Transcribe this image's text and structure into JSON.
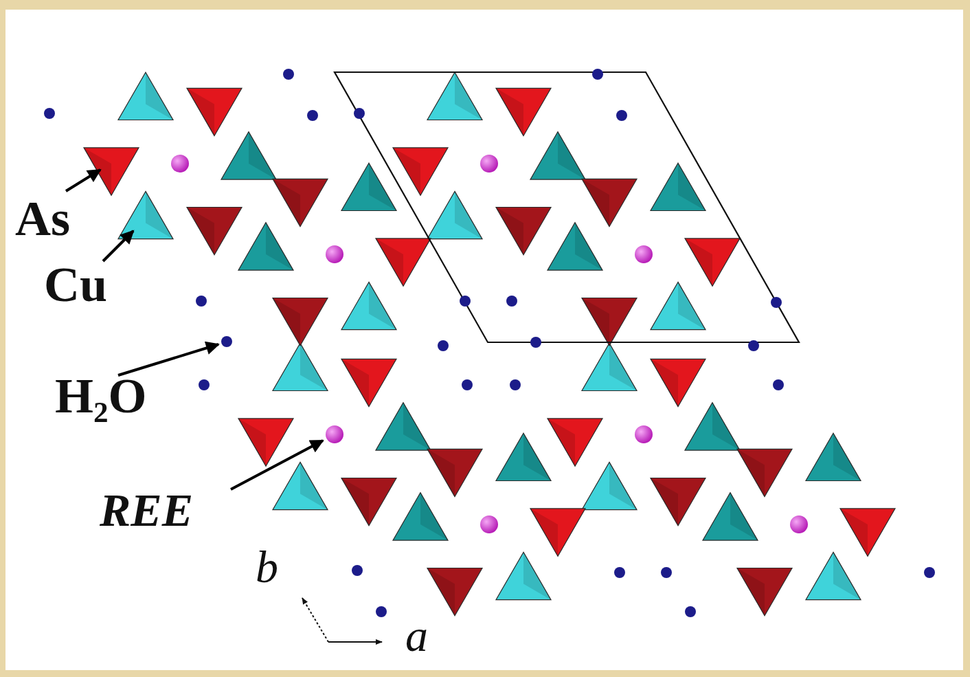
{
  "diagram": {
    "labels": [
      "As",
      "Cu",
      "H₂O",
      "REE",
      "b",
      "a"
    ]
  }
}
